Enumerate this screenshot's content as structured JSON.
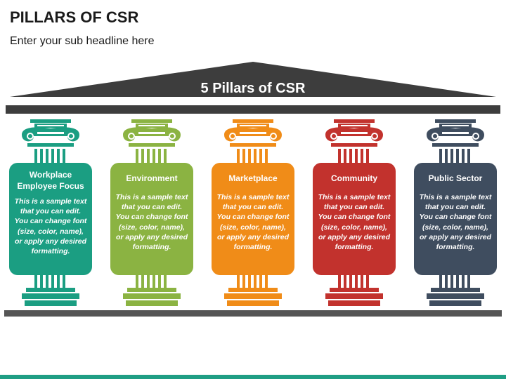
{
  "slide": {
    "title": "PILLARS OF CSR",
    "subtitle": "Enter your sub headline here",
    "roof_label": "5 Pillars of CSR"
  },
  "colors": {
    "roof": "#3d3d3d",
    "base": "#555555",
    "bottom_bar": "#1f9e84"
  },
  "pillars": [
    {
      "heading": "Workplace Employee Focus",
      "text": "This is a sample text that you can edit. You can change font (size, color, name), or apply any desired formatting.",
      "color": "#1b9e82"
    },
    {
      "heading": "Environment",
      "text": "This is a sample text that you can edit. You can change font (size, color, name), or apply any desired formatting.",
      "color": "#8bb342"
    },
    {
      "heading": "Marketplace",
      "text": "This is a sample text that you can edit. You can change font (size, color, name), or apply any desired formatting.",
      "color": "#f08c18"
    },
    {
      "heading": "Community",
      "text": "This is a sample text that you can edit. You can change font (size, color, name), or apply any desired formatting.",
      "color": "#c2322d"
    },
    {
      "heading": "Public Sector",
      "text": "This is a sample text that you can edit. You can change font (size, color, name), or apply any desired formatting.",
      "color": "#3f4d5f"
    }
  ]
}
